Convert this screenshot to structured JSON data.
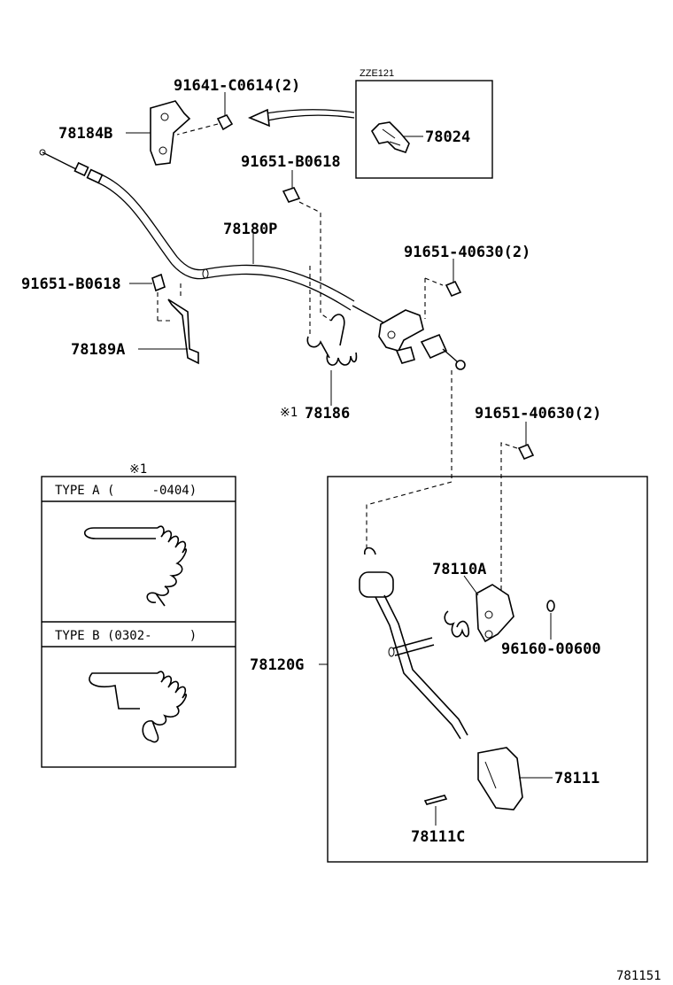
{
  "callouts": {
    "p91641": "91641-C0614(2)",
    "p78184B": "78184B",
    "pZZE": "ZZE121",
    "p78024": "78024",
    "p91651_b_top": "91651-B0618",
    "p78180P": "78180P",
    "p91651_40630_a": "91651-40630(2)",
    "p91651_b_left": "91651-B0618",
    "p78189A": "78189A",
    "mark1": "※1",
    "p78186": "78186",
    "p91651_40630_b": "91651-40630(2)",
    "p78110A": "78110A",
    "p96160": "96160-00600",
    "p78120G": "78120G",
    "p78111": "78111",
    "p78111C": "78111C"
  },
  "variants": {
    "mark": "※1",
    "type_a": "TYPE A (     -0404)",
    "type_b": "TYPE B (0302-     )"
  },
  "footer": {
    "diagram_code": "781151"
  }
}
